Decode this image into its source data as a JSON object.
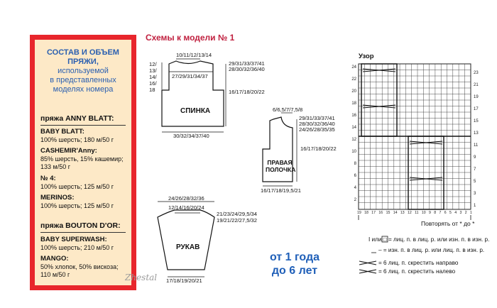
{
  "materials": {
    "heading": [
      "СОСТАВ И ОБЪЕМ",
      "ПРЯЖИ,",
      "используемой",
      "в представленных",
      "моделях номера"
    ],
    "brands": [
      {
        "title": "пряжа ANNY BLATT:",
        "items": [
          {
            "name": "BABY BLATT:",
            "desc": "100% шерсть; 180 м/50 г"
          },
          {
            "name": "CASHEMIR'Anny:",
            "desc": "85% шерсть, 15% кашемир; 133 м/50 г"
          },
          {
            "name": "№ 4:",
            "desc": "100% шерсть; 125 м/50 г"
          },
          {
            "name": "MERINOS:",
            "desc": "100% шерсть; 125 м/50 г"
          }
        ]
      },
      {
        "title": "пряжа BOUTON D'OR:",
        "items": [
          {
            "name": "BABY SUPERWASH:",
            "desc": "100% шерсть; 210 м/50 г"
          },
          {
            "name": "MANGO:",
            "desc": "50% хлопок, 50% вискоза; 110 м/50 г"
          }
        ]
      }
    ]
  },
  "schemes": {
    "title": "Схемы к модели № 1",
    "back": {
      "name": "СПИНКА",
      "neck": "10/11/12/13/14",
      "shoulder_left": [
        "12/",
        "13/",
        "14/",
        "16/",
        "18"
      ],
      "shoulder_width": "27/29/31/34/37",
      "right_top": "29/31/33/37/41",
      "right_top2": "28/30/32/36/40",
      "side": "16/17/18/20/22",
      "bottom": "30/32/34/37/40"
    },
    "front": {
      "name": [
        "ПРАВАЯ",
        "ПОЛОЧКА"
      ],
      "neck": "6/6,5/7/7,5/8",
      "right1": "29/31/33/37/41",
      "right2": "28/30/32/36/40",
      "right3": "24/26/28/35/35",
      "side": "16/17/18/20/22",
      "bottom": "16/17/18/19,5/21"
    },
    "sleeve": {
      "name": "РУКАВ",
      "top_outer": "24/26/28/32/36",
      "top_inner": "12/14/16/20/24",
      "right1": "21/23/24/29,5/34",
      "right2": "19/21/22/27,5/32",
      "bottom": "17/18/19/20/21"
    },
    "age": [
      "от 1 года",
      "до 6 лет"
    ],
    "watermark": "Zhestal"
  },
  "pattern": {
    "title": "Узор",
    "left_rows": [
      "24",
      "22",
      "20",
      "18",
      "16",
      "14",
      "12",
      "10",
      "8",
      "6",
      "4",
      "2"
    ],
    "right_rows": [
      "23",
      "21",
      "19",
      "17",
      "15",
      "13",
      "11",
      "9",
      "7",
      "5",
      "3",
      "1"
    ],
    "bottom_nums": [
      "19",
      "18",
      "17",
      "16",
      "15",
      "14",
      "13",
      "12",
      "11",
      "10",
      "9",
      "8",
      "7",
      "6",
      "5",
      "4",
      "3",
      "2",
      "1"
    ],
    "repeat_text": "Повторять от * до *",
    "legend": [
      {
        "text": "I или □ = лиц. п. в лиц. р. или изн. п. в изн. р."
      },
      {
        "text": "– = изн. п. в лиц. р. или лиц. п. в изн. р."
      },
      {
        "text": "= 6 лиц. п. скрестить направо"
      },
      {
        "text": "= 6 лиц. п. скрестить налево"
      }
    ]
  }
}
